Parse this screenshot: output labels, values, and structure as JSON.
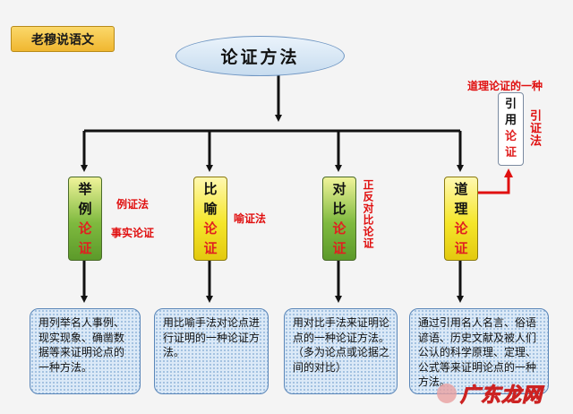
{
  "brand": "老穆说语文",
  "title": "论证方法",
  "methods": [
    {
      "top": "举",
      "bottom": "例",
      "sub1": "论",
      "sub2": "证",
      "aliases": [
        "例证法",
        "事实论证"
      ],
      "description": "用列举名人事例、现实现象、确凿数据等来证明论点的一种方法。"
    },
    {
      "top": "比",
      "bottom": "喻",
      "sub1": "论",
      "sub2": "证",
      "aliases": [
        "喻证法"
      ],
      "description": "用比喻手法对论点进行证明的一种论证方法。"
    },
    {
      "top": "对",
      "bottom": "比",
      "sub1": "论",
      "sub2": "证",
      "aliases": [
        "正反对比论证"
      ],
      "description": "用对比手法来证明论点的一种论证方法。（多为论点或论据之间的对比）"
    },
    {
      "top": "道",
      "bottom": "理",
      "sub1": "论",
      "sub2": "证",
      "aliases": [],
      "description": "通过引用名人名言、俗语谚语、历史文献及被人们公认的科学原理、定理、公式等来证明论点的一种方法。"
    }
  ],
  "yinyong": {
    "caption": "道理论证的一种",
    "top": "引",
    "bottom": "用",
    "sub1": "论",
    "sub2": "证",
    "alias": "引证法"
  },
  "watermark": "广东龙网"
}
